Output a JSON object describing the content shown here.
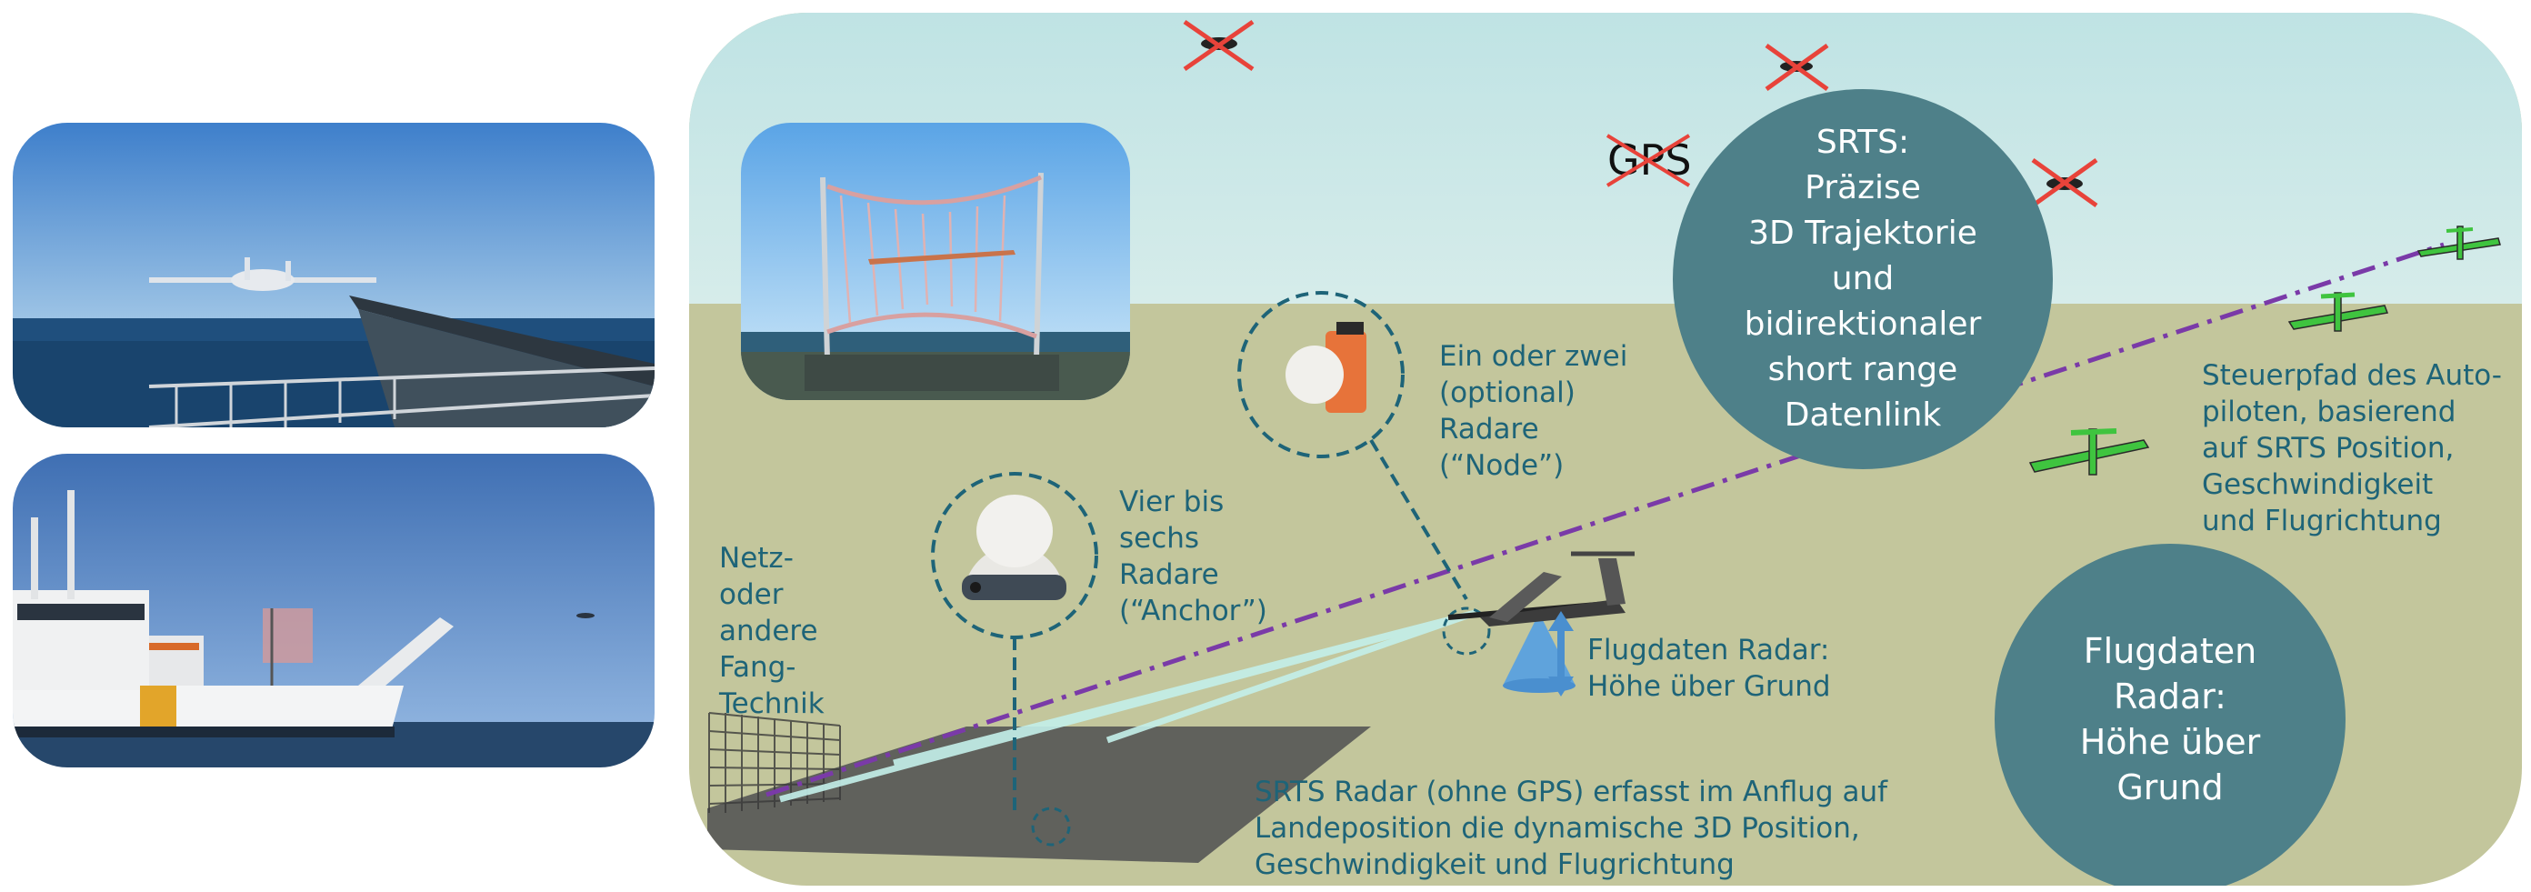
{
  "labels": {
    "netz": "Netz-\noder\nandere\nFang-\nTechnik",
    "anchor": "Vier bis\nsechs\nRadare\n(“Anchor”)",
    "node": "Ein oder zwei\n(optional)\nRadare\n(“Node”)",
    "flugdaten": "Flugdaten Radar:\nHöhe über Grund",
    "srts_radar": "SRTS Radar (ohne GPS) erfasst im Anflug auf\nLandeposition die dynamische 3D Position,\nGeschwindigkeit und Flugrichtung",
    "steuerpfad": "Steuerpfad des Auto-\npiloten, basierend\nauf SRTS Position,\nGeschwindigkeit\nund Flugrichtung",
    "gps": "GPS"
  },
  "circles": {
    "srts": "SRTS:\nPräzise\n3D Trajektorie\nund\nbidirektionaler\nshort range\nDatenlink",
    "flugdaten": "Flugdaten\nRadar:\nHöhe über\nGrund"
  },
  "colors": {
    "sky": "#cde8e6",
    "ground": "#c3c69c",
    "text": "#1e6478",
    "circle": "#4e8089",
    "path": "#7a3aa8",
    "beam": "#bfeee8",
    "drone_green": "#3fc43f",
    "cross": "#e8433a"
  }
}
